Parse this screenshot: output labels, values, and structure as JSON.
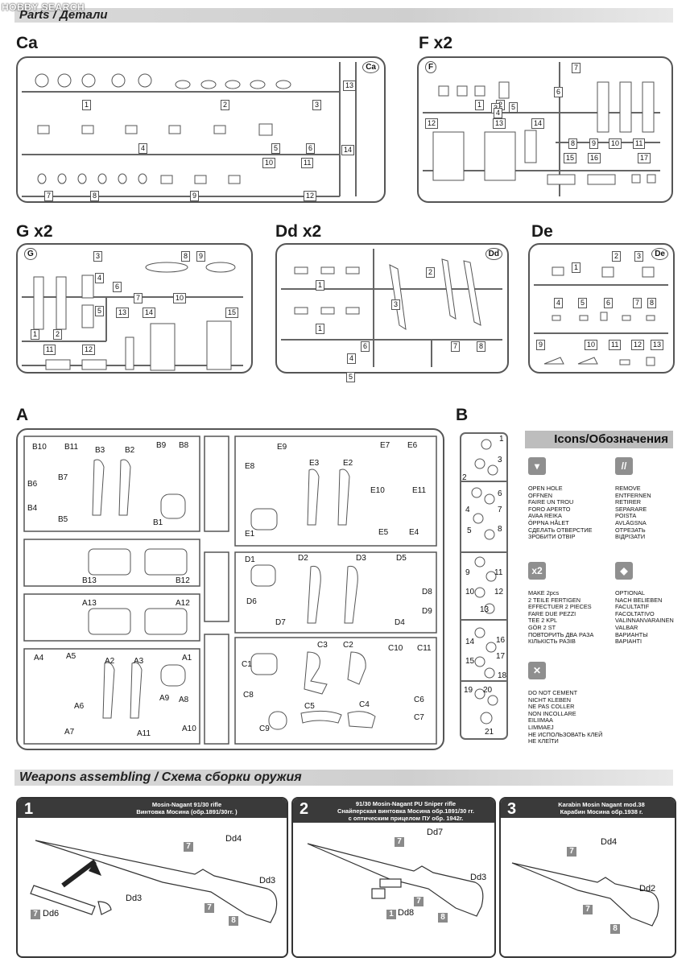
{
  "watermark": "HOBBY SEARCH",
  "parts_header": "Parts / Детали",
  "sprues": {
    "ca": {
      "title": "Ca",
      "tag": "Ca",
      "nums": [
        "1",
        "2",
        "3",
        "4",
        "5",
        "6",
        "7",
        "8",
        "9",
        "10",
        "11",
        "12",
        "13",
        "14"
      ]
    },
    "f": {
      "title": "F x2",
      "tag": "F",
      "nums": [
        "1",
        "2",
        "3",
        "4",
        "5",
        "6",
        "7",
        "8",
        "9",
        "10",
        "11",
        "12",
        "13",
        "14",
        "15",
        "16",
        "17"
      ]
    },
    "g": {
      "title": "G x2",
      "tag": "G",
      "nums": [
        "1",
        "2",
        "3",
        "4",
        "5",
        "6",
        "7",
        "8",
        "9",
        "10",
        "11",
        "12",
        "13",
        "14",
        "15"
      ]
    },
    "dd": {
      "title": "Dd x2",
      "tag": "Dd",
      "nums": [
        "1",
        "2",
        "3",
        "4",
        "5",
        "6",
        "7",
        "8"
      ]
    },
    "de": {
      "title": "De",
      "tag": "De",
      "nums": [
        "1",
        "2",
        "3",
        "4",
        "5",
        "6",
        "7",
        "8",
        "9",
        "10",
        "11",
        "12",
        "13"
      ]
    }
  },
  "sprue_a": {
    "title": "A",
    "labels_top": [
      "B10",
      "B11",
      "B3",
      "B2",
      "B9",
      "B8",
      "B6",
      "B7",
      "B4",
      "B5",
      "B1"
    ],
    "labels_mid1": [
      "B13",
      "B12"
    ],
    "labels_mid2": [
      "A13",
      "A12"
    ],
    "labels_bottom": [
      "A4",
      "A5",
      "A2",
      "A3",
      "A1",
      "A6",
      "A9",
      "A8",
      "A7",
      "A11",
      "A10"
    ],
    "labels_e": [
      "E9",
      "E7",
      "E6",
      "E8",
      "E3",
      "E2",
      "E10",
      "E11",
      "E1",
      "E5",
      "E4"
    ],
    "labels_d": [
      "D1",
      "D2",
      "D3",
      "D5",
      "D8",
      "D6",
      "D9",
      "D7",
      "D4"
    ],
    "labels_c": [
      "C3",
      "C2",
      "C10",
      "C11",
      "C1",
      "C8",
      "C6",
      "C5",
      "C4",
      "C9",
      "C7"
    ]
  },
  "sprue_b": {
    "title": "B",
    "nums": [
      "1",
      "2",
      "3",
      "4",
      "5",
      "6",
      "7",
      "8",
      "9",
      "10",
      "11",
      "12",
      "13",
      "14",
      "15",
      "16",
      "17",
      "18",
      "19",
      "20",
      "21"
    ]
  },
  "icons": {
    "header": "Icons/Обозначения",
    "open_hole": "OPEN HOLE\nOFFNEN\nFAIRE UN TROU\nFORO APERTO\nAVAA REIKA\nÖPPNA HÅLET\nСДЕЛАТЬ ОТВЕРСТИЕ\nЗРОБИТИ ОТВІР",
    "remove": "REMOVE\nENTFERNEN\nRETIRER\nSEPARARE\nPOISTA\nAVLÄGSNA\nОТРЕЗАТЬ\nВІДРІЗАТИ",
    "make2_badge": "x2",
    "make2": "MAKE 2pcs\n2 TEILE FERTIGEN\nEFFECTUER 2 PIECES\nFARE DUE PEZZI\nTEE 2 KPL\nGÖR 2 ST\nПОВТОРИТЬ ДВА РАЗА\nКІЛЬКІСТЬ РАЗІВ",
    "optional": "OPTIONAL\nNACH BELIEBEN\nFACULTATIF\nFACOLTATIVO\nVALINNANVARAINEN\nVALBAR\nВАРИАНТЫ\nВАРІАНТІ",
    "no_cement": "DO NOT CEMENT\nNICHT KLEBEN\nNE PAS COLLER\nNON INCOLLARE\nEILIIMAA\nLIMMAEJ\nНЕ ИСПОЛЬЗОВАТЬ КЛЕЙ\nНЕ КЛЕЇТИ"
  },
  "weapons_header": "Weapons assembling / Схема сборки оружия",
  "steps": [
    {
      "num": "1",
      "caption": "Mosin-Nagant 91/30 rifle\nВинтовка Мосина (обр.1891/30гг. )",
      "callouts": {
        "a": "7",
        "b": "Dd4",
        "c": "Dd3",
        "d": "7",
        "e": "8",
        "f": "7",
        "g": "Dd6",
        "h": "Dd3"
      }
    },
    {
      "num": "2",
      "caption": "91/30 Mosin-Nagant PU Sniper rifle\nСнайперская винтовка Мосина обр.1891/30 гг.\nс оптическим прицелом ПУ обр. 1942г.",
      "callouts": {
        "a": "7",
        "b": "Dd7",
        "c": "Dd3",
        "d": "7",
        "e": "1",
        "f": "Dd8",
        "g": "8"
      }
    },
    {
      "num": "3",
      "caption": "Karabin Mosin Nagant mod.38\nКарабин Мосина обр.1938 г.",
      "callouts": {
        "a": "7",
        "b": "Dd4",
        "c": "Dd2",
        "d": "7",
        "e": "8"
      }
    }
  ]
}
